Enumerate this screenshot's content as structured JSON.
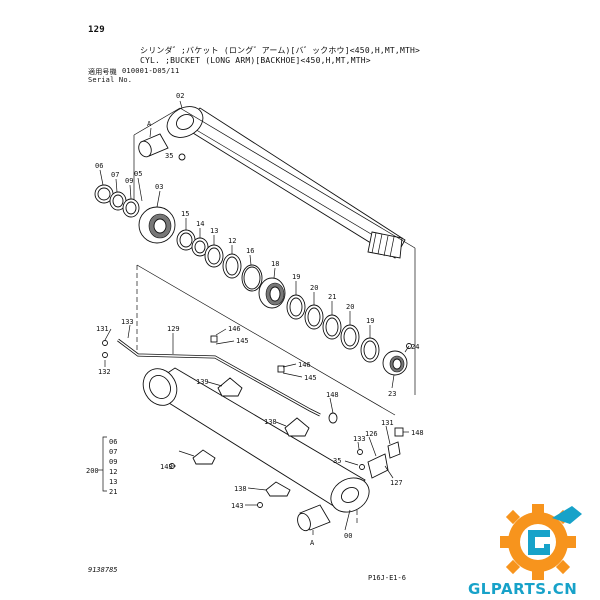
{
  "header": {
    "page_number": "129",
    "title_jp": "シリンダ゛;バケット (ロング゛アーム)[バ゛ックホウ]<450,H,MT,MTH>",
    "title_en": "CYL. ;BUCKET (LONG ARM)[BACKHOE]<450,H,MT,MTH>",
    "serial_label_jp": "適用号機",
    "serial_range": "010001-D05/11",
    "serial_label_en": "Serial No."
  },
  "callouts": [
    "02",
    "A",
    "35",
    "06",
    "07",
    "09",
    "05",
    "03",
    "15",
    "14",
    "13",
    "12",
    "16",
    "18",
    "19",
    "20",
    "21",
    "20",
    "19",
    "24",
    "23",
    "131",
    "133",
    "129",
    "146",
    "145",
    "132",
    "146",
    "145",
    "139",
    "148",
    "133",
    "126",
    "131",
    "148",
    "138",
    "35",
    "143",
    "127",
    "138",
    "143",
    "A",
    "00"
  ],
  "group_callout": {
    "label": "200",
    "items": [
      "06",
      "07",
      "09",
      "12",
      "13",
      "21"
    ]
  },
  "footer": {
    "doc_number": "9138785",
    "figure_ref": "P16J-E1-6"
  },
  "watermark": {
    "text": "GLPARTS.CN",
    "colors": {
      "orange": "#f7941d",
      "blue": "#17a2c9"
    }
  }
}
